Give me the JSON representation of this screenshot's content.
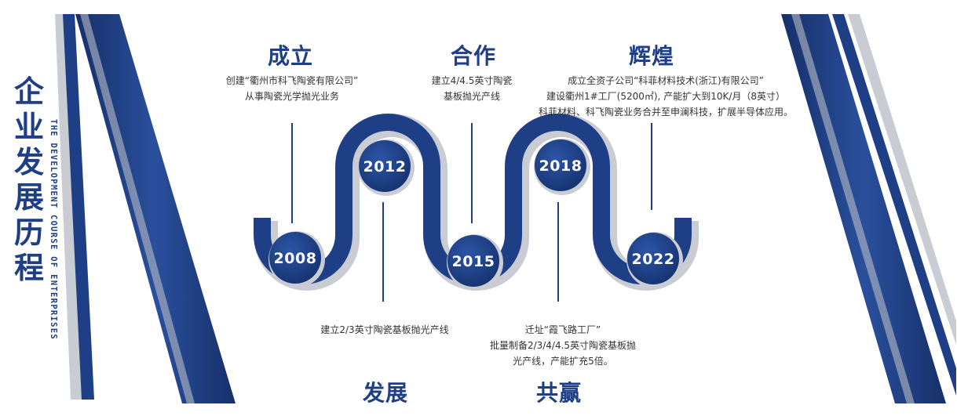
{
  "title_chars": [
    "企",
    "业",
    "发",
    "展",
    "历",
    "程"
  ],
  "subtitle": "THE DEVELOPMENT COURSE OF ENTERPRISES",
  "headings": {
    "cheng_li": "成立",
    "he_zuo": "合作",
    "hui_huang": "辉煌",
    "fa_zhan": "发展",
    "gong_ying": "共赢"
  },
  "years": [
    "2008",
    "2012",
    "2015",
    "2018",
    "2022"
  ],
  "notes": {
    "y2008": [
      "创建“衢州市科飞陶瓷有限公司”",
      "从事陶瓷光学抛光业务"
    ],
    "y2012": [
      "建立2/3英寸陶瓷基板抛光产线"
    ],
    "y2015": [
      "建立4/4.5英寸陶瓷",
      "基板抛光产线"
    ],
    "y2018": [
      "迁址“霞飞路工厂”",
      "批量制备2/3/4/4.5英寸陶瓷基板抛",
      "光产线，产能扩充5倍。"
    ],
    "y2022": [
      "成立全资子公司“科菲材料技术(浙江)有限公司”",
      "建设衢州1#工厂(5200㎡), 产能扩大到10K/月（8英寸）",
      "科菲材料、科飞陶瓷业务合并至申澜科技，扩展半导体应用。"
    ]
  },
  "colors": {
    "primary": "#1e3f86",
    "dark": "#163069",
    "stripe_light": "#c9ccd3",
    "text": "#333333"
  }
}
